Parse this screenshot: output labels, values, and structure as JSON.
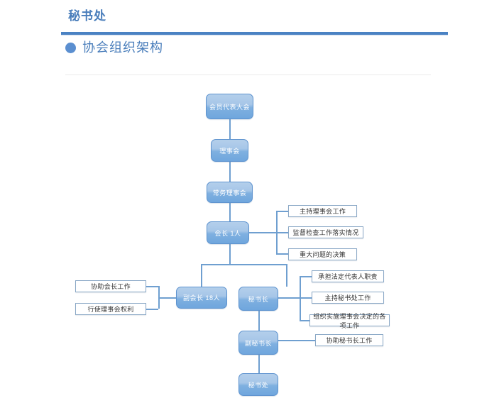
{
  "header": {
    "title": "秘书处",
    "rule_color": "#4a82c3"
  },
  "section": {
    "bullet_icon": "filled-circle-bullet",
    "title": "协会组织架构",
    "accent_color": "#4a7ebb"
  },
  "chart_data": {
    "type": "diagram",
    "title": "协会组织架构",
    "diagram_kind": "org-chart",
    "nodes": [
      {
        "id": "n1",
        "label": "会员代表大会",
        "style": "blue-node",
        "level": 1
      },
      {
        "id": "n2",
        "label": "理事会",
        "style": "blue-node",
        "level": 2
      },
      {
        "id": "n3",
        "label": "常务理事会",
        "style": "blue-node",
        "level": 3
      },
      {
        "id": "n4",
        "label": "会长 1人",
        "style": "blue-node",
        "level": 4
      },
      {
        "id": "n5",
        "label": "副会长 18人",
        "style": "blue-node",
        "level": 5
      },
      {
        "id": "n6",
        "label": "秘书长",
        "style": "blue-node",
        "level": 5
      },
      {
        "id": "n7",
        "label": "副秘书长",
        "style": "blue-node",
        "level": 6
      },
      {
        "id": "n8",
        "label": "秘书处",
        "style": "blue-node",
        "level": 7
      },
      {
        "id": "d1",
        "label": "主持理事会工作",
        "style": "white-box",
        "attached_to": "n4"
      },
      {
        "id": "d2",
        "label": "监督检查工作落实情况",
        "style": "white-box",
        "attached_to": "n4"
      },
      {
        "id": "d3",
        "label": "重大问题的决策",
        "style": "white-box",
        "attached_to": "n4"
      },
      {
        "id": "d4",
        "label": "协助会长工作",
        "style": "white-box",
        "attached_to": "n5"
      },
      {
        "id": "d5",
        "label": "行使理事会权利",
        "style": "white-box",
        "attached_to": "n5"
      },
      {
        "id": "d6",
        "label": "承担法定代表人职责",
        "style": "white-box",
        "attached_to": "n6"
      },
      {
        "id": "d7",
        "label": "主持秘书处工作",
        "style": "white-box",
        "attached_to": "n6"
      },
      {
        "id": "d8",
        "label": "组织实施理事会决定的各项工作",
        "style": "white-box",
        "attached_to": "n6"
      },
      {
        "id": "d9",
        "label": "协助秘书长工作",
        "style": "white-box",
        "attached_to": "n7"
      }
    ],
    "edges": [
      {
        "from": "n1",
        "to": "n2"
      },
      {
        "from": "n2",
        "to": "n3"
      },
      {
        "from": "n3",
        "to": "n4"
      },
      {
        "from": "n4",
        "to": "n5"
      },
      {
        "from": "n4",
        "to": "n6"
      },
      {
        "from": "n6",
        "to": "n7"
      },
      {
        "from": "n7",
        "to": "n8"
      },
      {
        "from": "n4",
        "to": "d1"
      },
      {
        "from": "n4",
        "to": "d2"
      },
      {
        "from": "n4",
        "to": "d3"
      },
      {
        "from": "n5",
        "to": "d4"
      },
      {
        "from": "n5",
        "to": "d5"
      },
      {
        "from": "n6",
        "to": "d6"
      },
      {
        "from": "n6",
        "to": "d7"
      },
      {
        "from": "n6",
        "to": "d8"
      },
      {
        "from": "n7",
        "to": "d9"
      }
    ],
    "colors": {
      "node_fill_top": "#b4cfeb",
      "node_fill_bottom": "#6fa6dd",
      "node_border": "#5e93cf",
      "connector": "#6f9fd0",
      "box_border": "#8aa8c6"
    }
  }
}
